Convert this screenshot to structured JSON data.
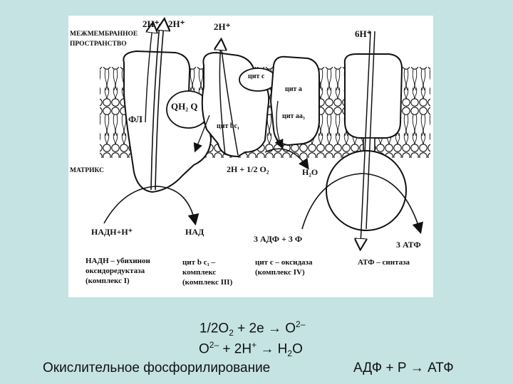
{
  "figure": {
    "intermembrane_1": "МЕЖМЕМБРАННОЕ",
    "intermembrane_2": "ПРОСТРАНСТВО",
    "matrix": "МАТРИКС",
    "proton_1": "2H⁺",
    "proton_2": "2H⁺",
    "proton_3": "2H⁺",
    "proton_6": "6H⁺",
    "fl": "ФЛ",
    "qh2": "QH₂ Q",
    "cyt_c": "цит c",
    "cyt_a": "цит a",
    "cyt_aa3": "цит aa₃",
    "cyt_bc1": "цит  bc₁",
    "oxygen_reaction": "2H + 1/2 O₂",
    "water": "H₂O",
    "nadh": "НАДН+Н⁺",
    "nad": "НАД",
    "adp": "3 АДФ + 3 Ф",
    "atp": "3 АТФ",
    "complex1_l1": "НАДН – убихинон",
    "complex1_l2": "оксидоредуктаза",
    "complex1_l3": "(комплекс I)",
    "complex3_l1": "цит b c₁ –",
    "complex3_l2": "комплекс",
    "complex3_l3": "(комплекс III)",
    "complex4_l1": "цит c – оксидаза",
    "complex4_l2": "(комплекс IV)",
    "atp_synthase": "АТФ – синтаза"
  },
  "captions": {
    "eq1_a": "1/2O",
    "eq1_b": "2",
    "eq1_c": " + 2e → O",
    "eq1_d": "2–",
    "eq2_a": "O",
    "eq2_b": "2–",
    "eq2_c": " + 2H",
    "eq2_d": "+",
    "eq2_e": " → H",
    "eq2_f": "2",
    "eq2_g": "O",
    "process": "Окислительное фосфорилирование",
    "atp_eq": "АДФ + Р → АТФ"
  }
}
